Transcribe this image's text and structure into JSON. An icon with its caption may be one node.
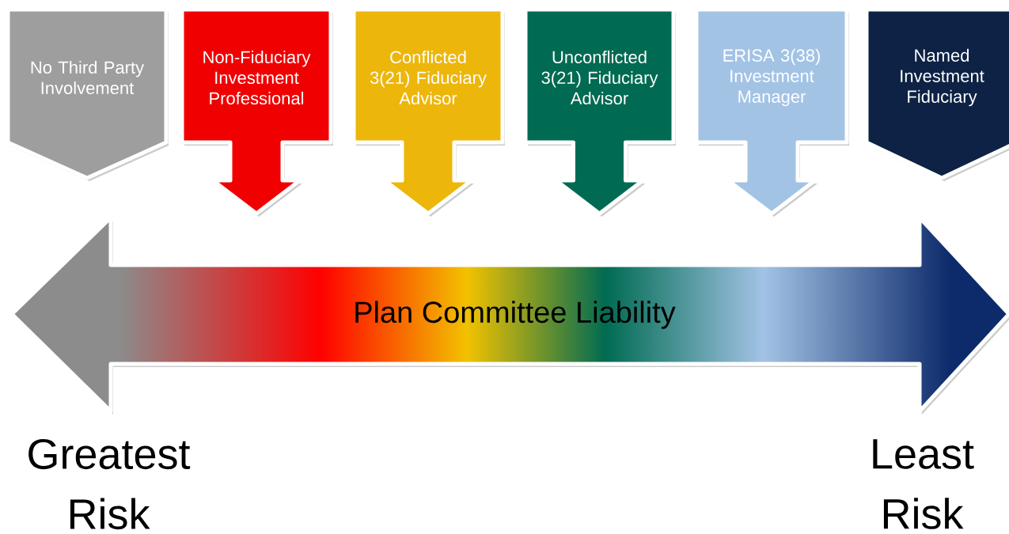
{
  "diagram": {
    "nodes": [
      {
        "text": [
          "No Third Party Involvement"
        ]
      },
      {
        "text": [
          "Non-Fiduciary Investment Professional"
        ]
      },
      {
        "text": [
          "Conflicted 3(21) Fiduciary Advisor"
        ]
      },
      {
        "text": [
          "Unconflicted 3(21) Fiduciary Advisor"
        ]
      },
      {
        "text": [
          "ERISA 3(38) Investment Manager"
        ]
      },
      {
        "text": [
          "Named Investment Fiduciary"
        ]
      },
      {
        "text": [
          "Plan Committee Liability"
        ]
      }
    ],
    "labels": [
      "Greatest Risk",
      "Least Risk"
    ]
  }
}
